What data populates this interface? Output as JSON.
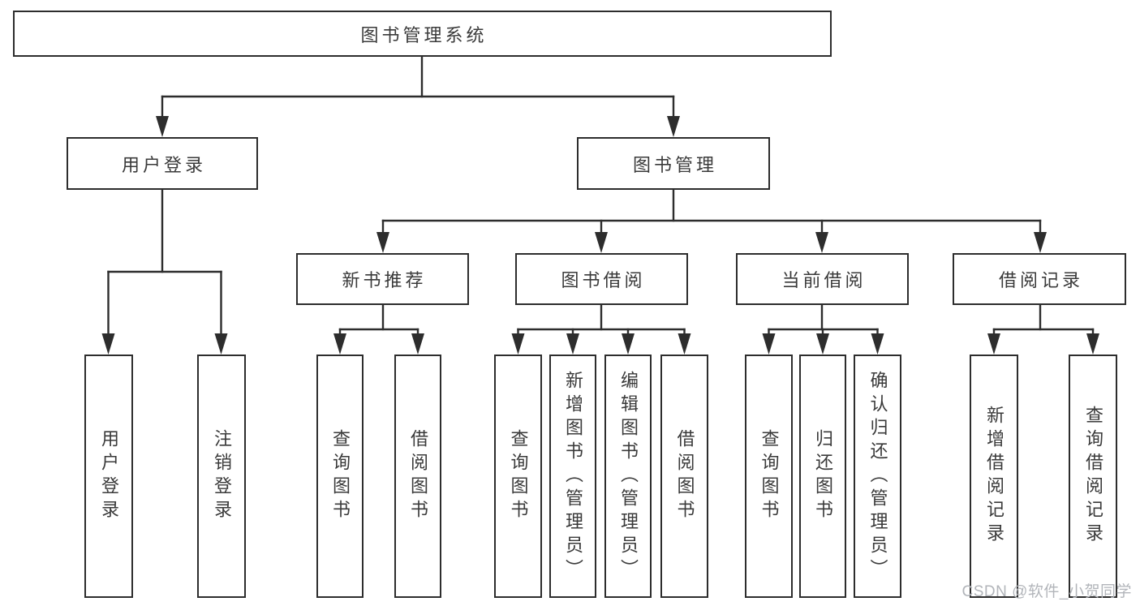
{
  "tree": {
    "root": "图书管理系统",
    "user_login": {
      "label": "用户登录",
      "children": [
        "用户登录",
        "注销登录"
      ]
    },
    "book_mgmt": {
      "label": "图书管理",
      "sections": {
        "new_book": {
          "label": "新书推荐",
          "children": [
            "查询图书",
            "借阅图书"
          ]
        },
        "borrow": {
          "label": "图书借阅",
          "children": [
            "查询图书",
            "新增图书（管理员）",
            "编辑图书（管理员）",
            "借阅图书"
          ]
        },
        "current": {
          "label": "当前借阅",
          "children": [
            "查询图书",
            "归还图书",
            "确认归还（管理员）"
          ]
        },
        "records": {
          "label": "借阅记录",
          "children": [
            "新增借阅记录",
            "查询借阅记录"
          ]
        }
      }
    }
  },
  "watermark": "CSDN @软件_小贺同学",
  "colors": {
    "line": "#2d2d2d",
    "box_border": "#2d2d2d",
    "text": "#3a3a3a",
    "watermark": "#b2b5ba",
    "background": "#ffffff"
  }
}
